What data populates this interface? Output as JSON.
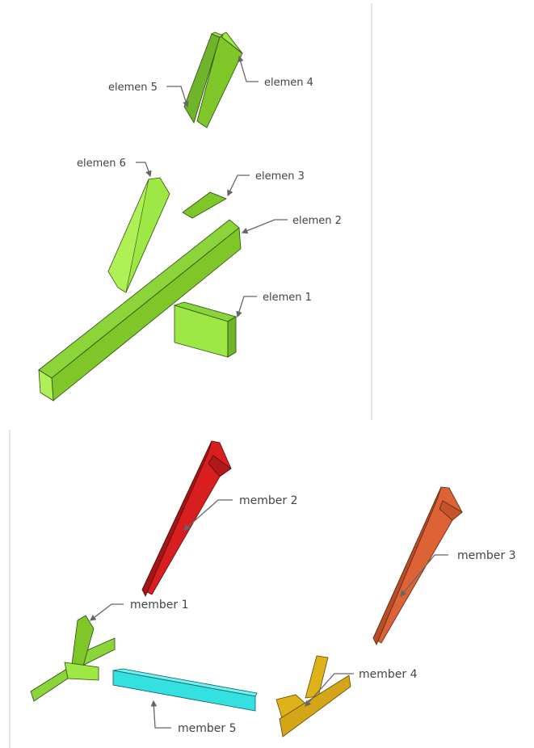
{
  "top_diagram": {
    "labels": {
      "elemen_1": "elemen 1",
      "elemen_2": "elemen 2",
      "elemen_3": "elemen 3",
      "elemen_4": "elemen 4",
      "elemen_5": "elemen 5",
      "elemen_6": "elemen 6"
    },
    "colors": {
      "element_green": "#7fc728",
      "element_light_green": "#9ee845"
    }
  },
  "bottom_diagram": {
    "labels": {
      "member_1": "member 1",
      "member_2": "member 2",
      "member_3": "member 3",
      "member_4": "member 4",
      "member_5": "member 5"
    },
    "colors": {
      "member_1": "#8bd53a",
      "member_2": "#d81e1e",
      "member_3": "#dd6235",
      "member_4": "#e0b21a",
      "member_5": "#35e0e0"
    }
  }
}
